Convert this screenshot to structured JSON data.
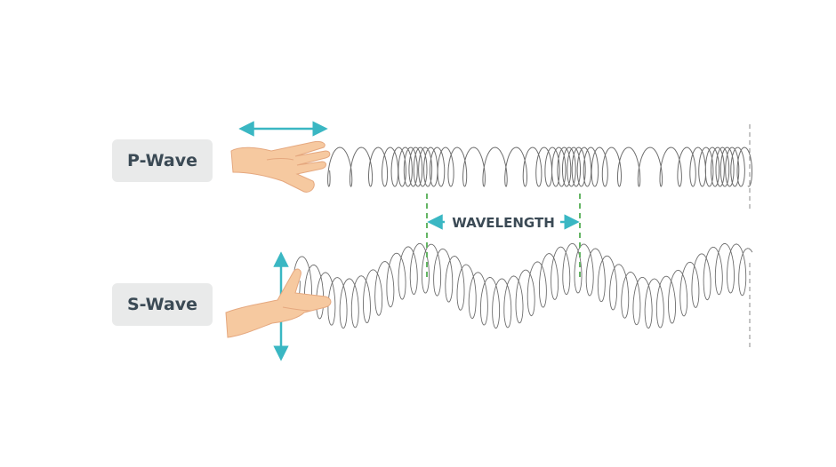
{
  "labels": {
    "p_wave": "P-Wave",
    "s_wave": "S-Wave",
    "wavelength": "WAVELENGTH"
  },
  "colors": {
    "arrow": "#3ab7c3",
    "dash": "#64b564",
    "coil": "#6e6e6e",
    "label_bg": "#e9eaea",
    "label_text": "#3b4a55",
    "skin": "#f6c9a0",
    "skin_shade": "#e5a87f"
  },
  "icons": {
    "p_hand": "hand-push-icon",
    "s_hand": "hand-shake-icon"
  }
}
